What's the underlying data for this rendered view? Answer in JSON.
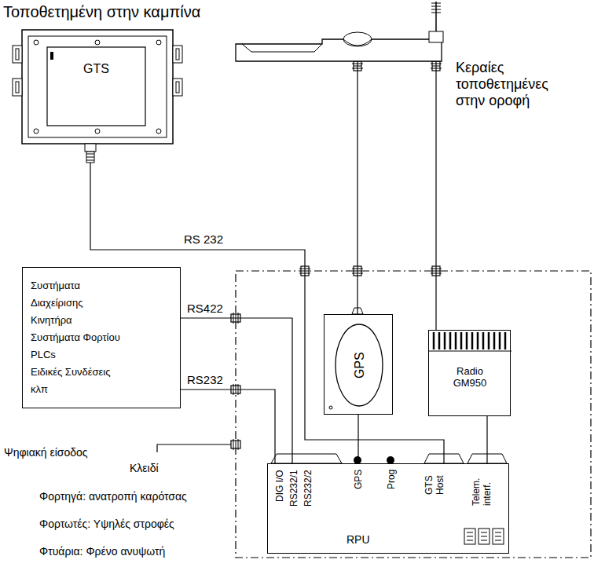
{
  "diagram": {
    "nodes": [
      {
        "text": [
          "Τοποθετημένη στην καμπίνα",
          "GTS"
        ]
      },
      {
        "text": [
          "Κεραίες τοποθετημένες στην οροφή"
        ]
      },
      {
        "text": [
          "Συστήματα Διαχείρισης Κινητήρα",
          "Συστήματα Φορτίου",
          "PLCs",
          "Ειδικές Συνδέσεις",
          "κλπ"
        ]
      },
      {
        "text": [
          "GPS"
        ]
      },
      {
        "text": [
          "Radio GM950"
        ]
      },
      {
        "text": [
          "DIG I/O",
          "RS232/1",
          "RS232/2",
          "GPS",
          "Prog",
          "GTS Host",
          "Telem. interf.",
          "RPU"
        ]
      }
    ],
    "edges": [
      {
        "from": 0,
        "to": 5,
        "label": "RS 232",
        "arrow": "none"
      },
      {
        "from": 1,
        "to": 3,
        "arrow": "none"
      },
      {
        "from": 1,
        "to": 4,
        "arrow": "none"
      },
      {
        "from": 2,
        "to": 5,
        "label": "RS422",
        "arrow": "none"
      },
      {
        "from": 2,
        "to": 5,
        "label": "RS232",
        "arrow": "none"
      },
      {
        "from": 3,
        "to": 5,
        "arrow": "none"
      },
      {
        "from": 4,
        "to": 5,
        "arrow": "none"
      }
    ],
    "labels": [
      "Ψηφιακή είσοδος",
      "Κλειδί",
      "Φορτηγά: ανατροπή καρότσας",
      "Φορτωτές: Υψηλές στροφές",
      "Φτυάρια: Φρένο ανυψωτή"
    ]
  }
}
